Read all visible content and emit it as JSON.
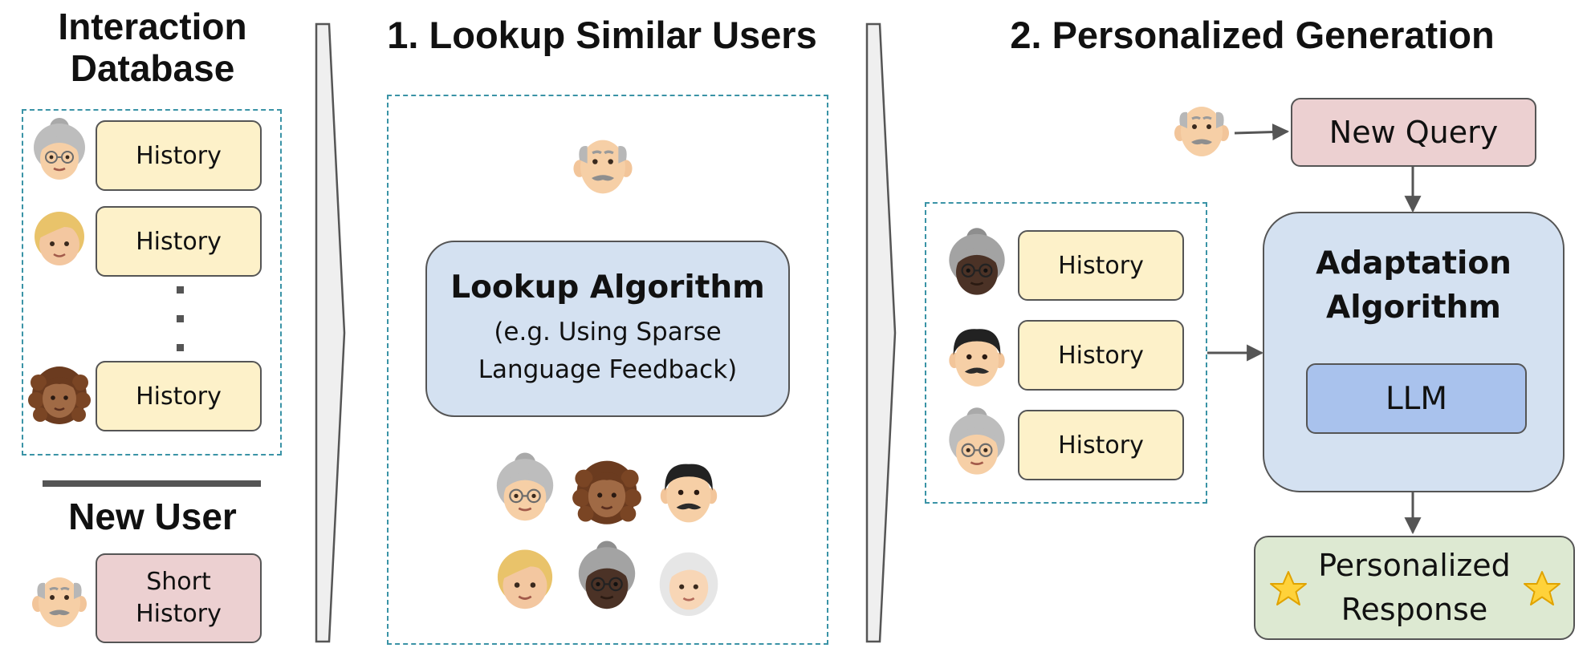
{
  "interaction_db": {
    "title_line1": "Interaction",
    "title_line2": "Database",
    "history_label": "History",
    "ellipsis": "⋮"
  },
  "new_user": {
    "title": "New User",
    "short_history_line1": "Short",
    "short_history_line2": "History"
  },
  "step1": {
    "title": "1. Lookup Similar Users",
    "algo_title": "Lookup Algorithm",
    "algo_sub_line1": "(e.g. Using Sparse",
    "algo_sub_line2": "Language Feedback)"
  },
  "step2": {
    "title": "2. Personalized Generation",
    "new_query": "New Query",
    "adapt_line1": "Adaptation",
    "adapt_line2": "Algorithm",
    "llm": "LLM",
    "response_line1": "Personalized",
    "response_line2": "Response",
    "history_label": "History"
  },
  "colors": {
    "history_fill": "#fdf1c9",
    "pink_fill": "#ecd0d1",
    "blue_fill": "#d4e1f1",
    "llm_fill": "#a9c2ed",
    "green_fill": "#dde9d2",
    "dashed_border": "#3a93a6",
    "arrow": "#555555"
  },
  "icons": {
    "old_man": "old-man-icon",
    "old_woman": "old-woman-icon",
    "blonde_child": "blonde-child-icon",
    "curly_woman": "curly-hair-woman-icon",
    "mustache_man": "mustache-man-icon",
    "dark_old_woman": "dark-old-woman-icon",
    "white_hair_woman": "white-hair-woman-icon",
    "star": "star-icon"
  }
}
